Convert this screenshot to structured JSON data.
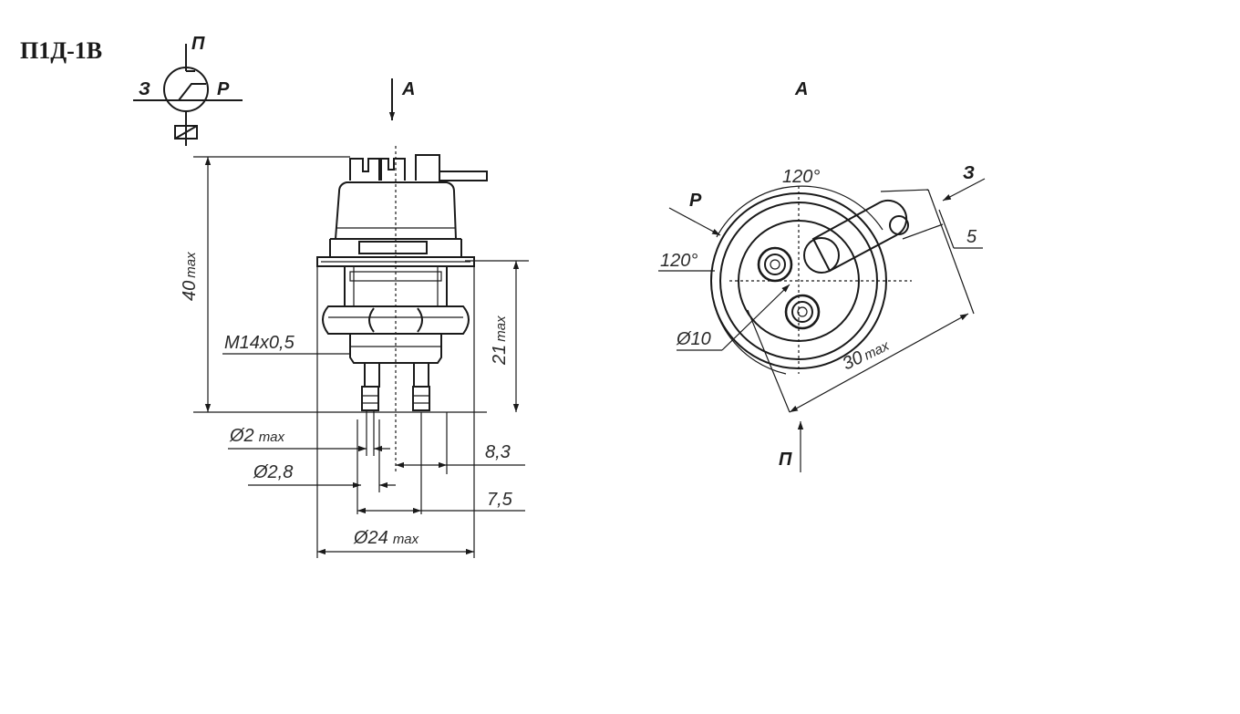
{
  "title": "П1Д-1В",
  "symbol": {
    "top": "П",
    "left": "З",
    "right": "Р"
  },
  "side_view": {
    "view_arrow": "А",
    "height": "40",
    "height_sub": "max",
    "body_height": "21",
    "body_height_sub": "max",
    "thread": "M14x0,5",
    "pin_dia": "Ø2",
    "pin_dia_sub": "max",
    "pin_dia2": "Ø2,8",
    "dist1": "8,3",
    "dist2": "7,5",
    "outer_dia": "Ø24",
    "outer_dia_sub": "max"
  },
  "top_view": {
    "title": "А",
    "angle_top": "120°",
    "angle_left": "120°",
    "term_p": "Р",
    "term_z": "З",
    "term_n": "П",
    "lever_width": "5",
    "length": "30",
    "length_sub": "max",
    "hole_dia": "Ø10"
  }
}
